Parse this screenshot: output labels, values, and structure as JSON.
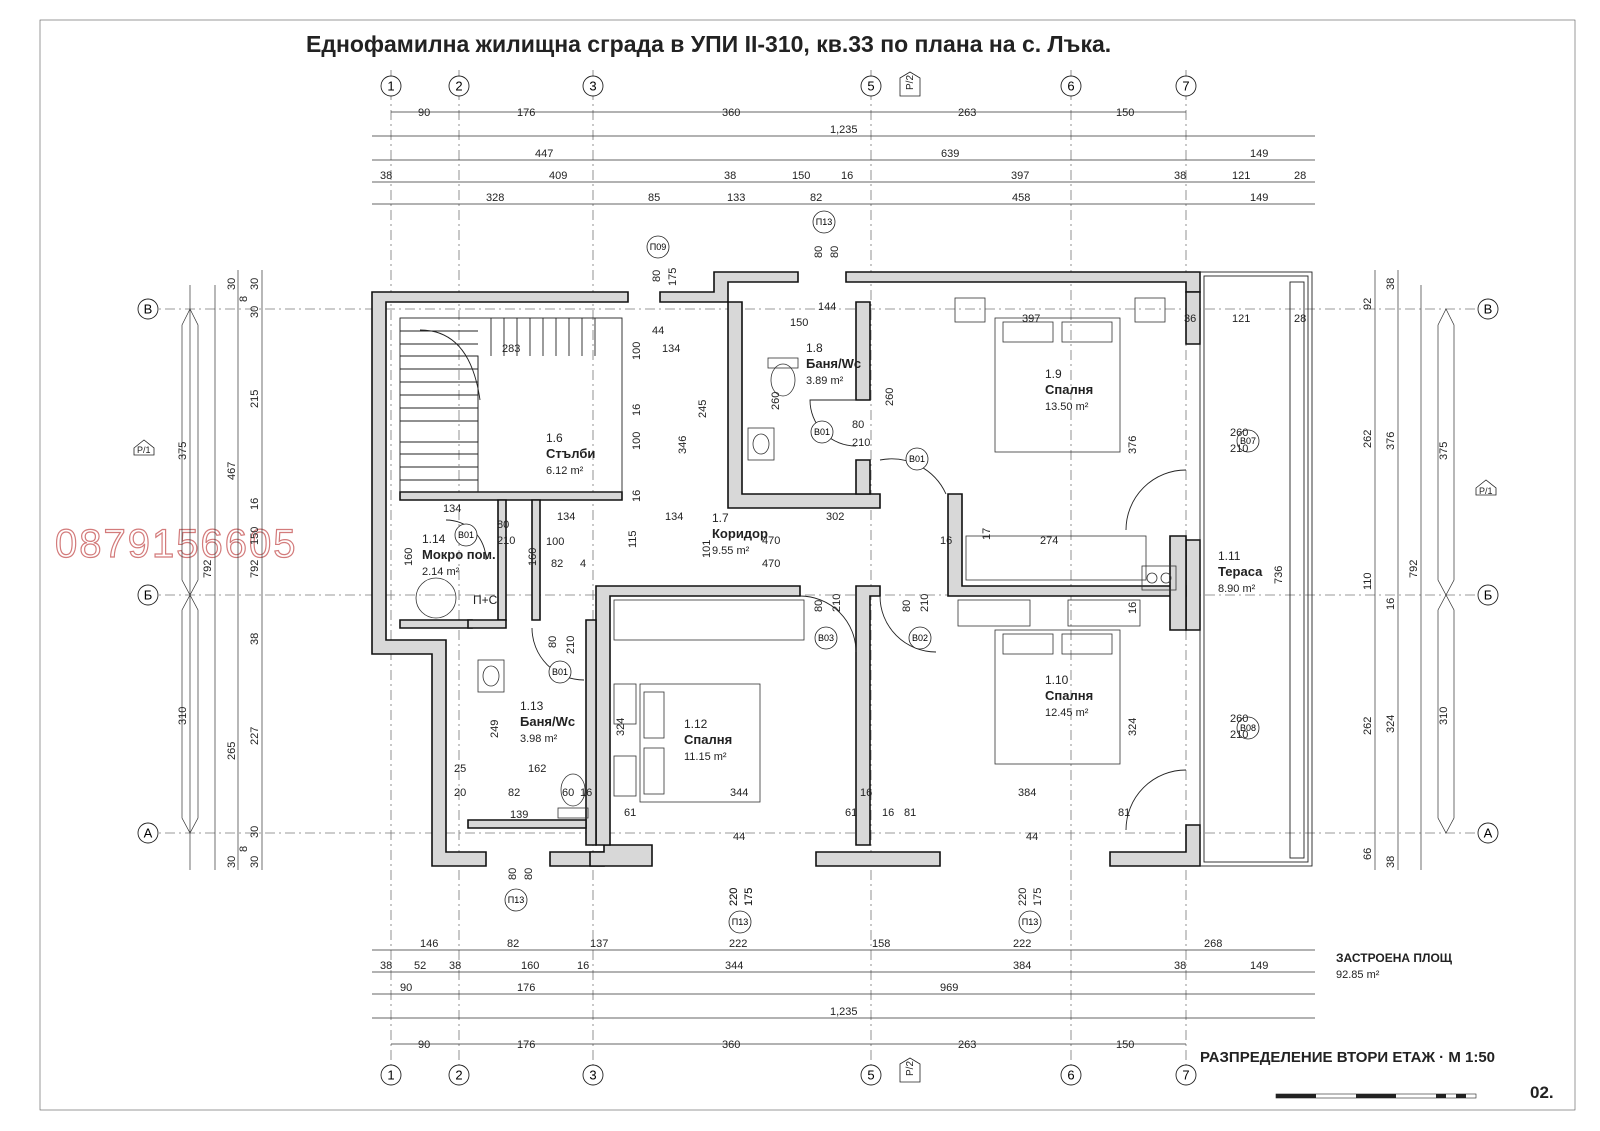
{
  "title": "Еднофамилна жилищна сграда в УПИ II-310, кв.33 по плана на с. Лъка.",
  "drawing_title": "РАЗПРЕДЕЛЕНИЕ ВТОРИ ЕТАЖ · М 1:50",
  "sheet_number": "02.",
  "built_area_label": "ЗАСТРОЕНА ПЛОЩ",
  "built_area_value": "92.85 m²",
  "watermark_phone": "0879156605",
  "axes_numbers": [
    "1",
    "2",
    "3",
    "5",
    "6",
    "7"
  ],
  "axes_letters": [
    "В",
    "Б",
    "А"
  ],
  "section_marks": [
    "Р/2",
    "Р/1"
  ],
  "rooms": [
    {
      "number": "1.6",
      "name": "Стълби",
      "area": "6.12 m²"
    },
    {
      "number": "1.7",
      "name": "Коридор",
      "area": "9.55 m²"
    },
    {
      "number": "1.8",
      "name": "Баня/Wc",
      "area": "3.89 m²"
    },
    {
      "number": "1.9",
      "name": "Спалня",
      "area": "13.50 m²"
    },
    {
      "number": "1.10",
      "name": "Спалня",
      "area": "12.45 m²"
    },
    {
      "number": "1.11",
      "name": "Тераса",
      "area": "8.90 m²"
    },
    {
      "number": "1.12",
      "name": "Спалня",
      "area": "11.15 m²"
    },
    {
      "number": "1.13",
      "name": "Баня/Wc",
      "area": "3.98 m²"
    },
    {
      "number": "1.14",
      "name": "Мокро пом.",
      "area": "2.14 m²"
    }
  ],
  "equipment_label": "П+С",
  "top_dims": {
    "row1": [
      "90",
      "176",
      "360",
      "263",
      "150"
    ],
    "row2": [
      "1,235"
    ],
    "row3": [
      "447",
      "639",
      "149"
    ],
    "row4": [
      "38",
      "409",
      "38",
      "150",
      "16",
      "397",
      "38",
      "121",
      "28"
    ],
    "row5": [
      "328",
      "85",
      "133",
      "82",
      "458",
      "149"
    ]
  },
  "bottom_dims": {
    "row1": [
      "146",
      "82",
      "137",
      "222",
      "158",
      "222",
      "268"
    ],
    "row2": [
      "38",
      "52",
      "38",
      "160",
      "16",
      "344",
      "384",
      "38",
      "149"
    ],
    "row3": [
      "90",
      "176",
      "969"
    ],
    "row4": [
      "1,235"
    ],
    "row5": [
      "90",
      "176",
      "360",
      "263",
      "150"
    ]
  },
  "left_dims": {
    "outer": [
      "375",
      "310"
    ],
    "mid": [
      "792",
      "792"
    ],
    "inner": [
      "467",
      "265"
    ],
    "fine": [
      "30",
      "30",
      "8",
      "30",
      "215",
      "16",
      "150",
      "38",
      "227",
      "30",
      "30",
      "8",
      "30"
    ]
  },
  "right_dims": {
    "outer": [
      "375",
      "310"
    ],
    "mid": [
      "792"
    ],
    "inner": [
      "92",
      "262",
      "110",
      "262",
      "66"
    ],
    "fine": [
      "38",
      "376",
      "16",
      "324",
      "38"
    ]
  },
  "tags": [
    "П09",
    "П13",
    "П13",
    "П13",
    "П13",
    "В01",
    "В01",
    "В01",
    "В01",
    "В02",
    "В03",
    "В07",
    "В08"
  ],
  "interior_dims": [
    "283",
    "134",
    "100",
    "16",
    "100",
    "16",
    "245",
    "346",
    "44",
    "144",
    "150",
    "260",
    "80",
    "210",
    "260",
    "397",
    "36",
    "121",
    "28",
    "376",
    "134",
    "80",
    "210",
    "134",
    "134",
    "302",
    "470",
    "16",
    "17",
    "274",
    "100",
    "82",
    "4",
    "470",
    "101",
    "115",
    "160",
    "160",
    "80",
    "210",
    "80",
    "210",
    "80",
    "210",
    "260",
    "210",
    "260",
    "210",
    "249",
    "162",
    "25",
    "20",
    "82",
    "60",
    "16",
    "139",
    "324",
    "344",
    "16",
    "61",
    "61",
    "16",
    "81",
    "384",
    "81",
    "44",
    "44",
    "324",
    "16",
    "736",
    "80",
    "80",
    "220",
    "175",
    "80",
    "175",
    "220",
    "175",
    "220",
    "175",
    "80",
    "80"
  ]
}
